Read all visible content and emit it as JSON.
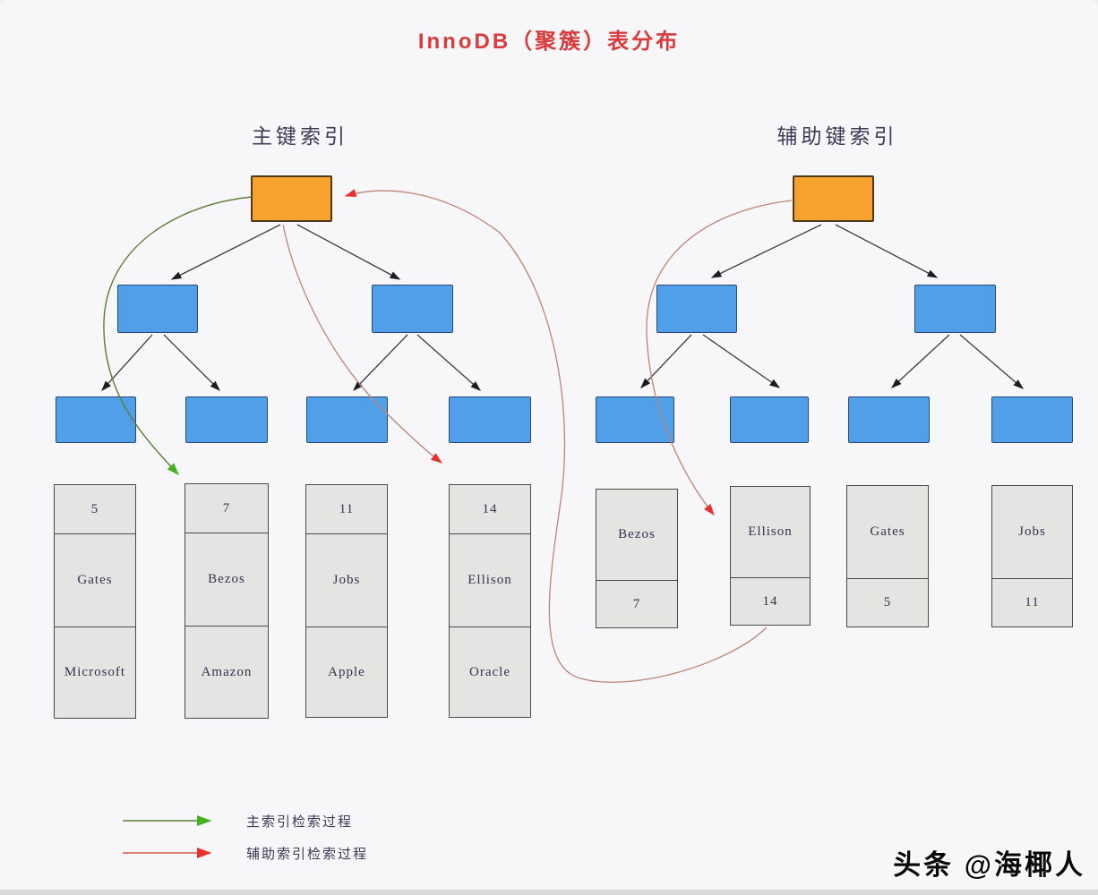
{
  "title": "InnoDB（聚簇）表分布",
  "watermark": "头条 @海椰人",
  "colors": {
    "title_red": "#d93a3c",
    "root_orange": "#f7a12f",
    "node_blue": "#519fe8",
    "leaf_gray": "#e4e5e3",
    "primary_path_green": "#46b01e",
    "secondary_path_red": "#e8302e"
  },
  "primary_index": {
    "heading": "主键索引",
    "leaf_tables": [
      {
        "cells": [
          "5",
          "Gates",
          "Microsoft"
        ]
      },
      {
        "cells": [
          "7",
          "Bezos",
          "Amazon"
        ]
      },
      {
        "cells": [
          "11",
          "Jobs",
          "Apple"
        ]
      },
      {
        "cells": [
          "14",
          "Ellison",
          "Oracle"
        ]
      }
    ]
  },
  "secondary_index": {
    "heading": "辅助键索引",
    "leaf_tables": [
      {
        "cells": [
          "Bezos",
          "7"
        ]
      },
      {
        "cells": [
          "Ellison",
          "14"
        ]
      },
      {
        "cells": [
          "Gates",
          "5"
        ]
      },
      {
        "cells": [
          "Jobs",
          "11"
        ]
      }
    ]
  },
  "legend": {
    "items": [
      {
        "label": "主索引检索过程"
      },
      {
        "label": "辅助索引检索过程"
      }
    ]
  }
}
